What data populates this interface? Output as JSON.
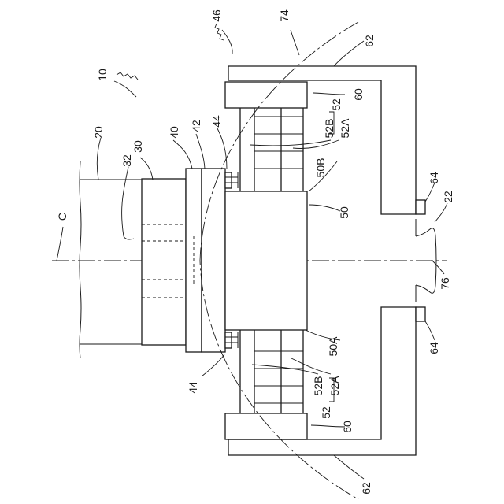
{
  "labels": {
    "l10": "10",
    "l20": "20",
    "l22": "22",
    "l30": "30",
    "l32": "32",
    "l40": "40",
    "l42": "42",
    "l44_top": "44",
    "l44_bottom": "44",
    "l46": "46",
    "l50": "50",
    "l50A": "50A",
    "l50B": "50B",
    "l52_top": "52",
    "l52A_top": "52A",
    "l52B_top": "52B",
    "l52_bottom": "52",
    "l52A_bottom": "52A",
    "l52B_bottom": "52B",
    "l60_top": "60",
    "l60_bottom": "60",
    "l62_top": "62",
    "l62_bottom": "62",
    "l64_top": "64",
    "l64_bottom": "64",
    "l74": "74",
    "l76": "76",
    "lC": "C"
  }
}
